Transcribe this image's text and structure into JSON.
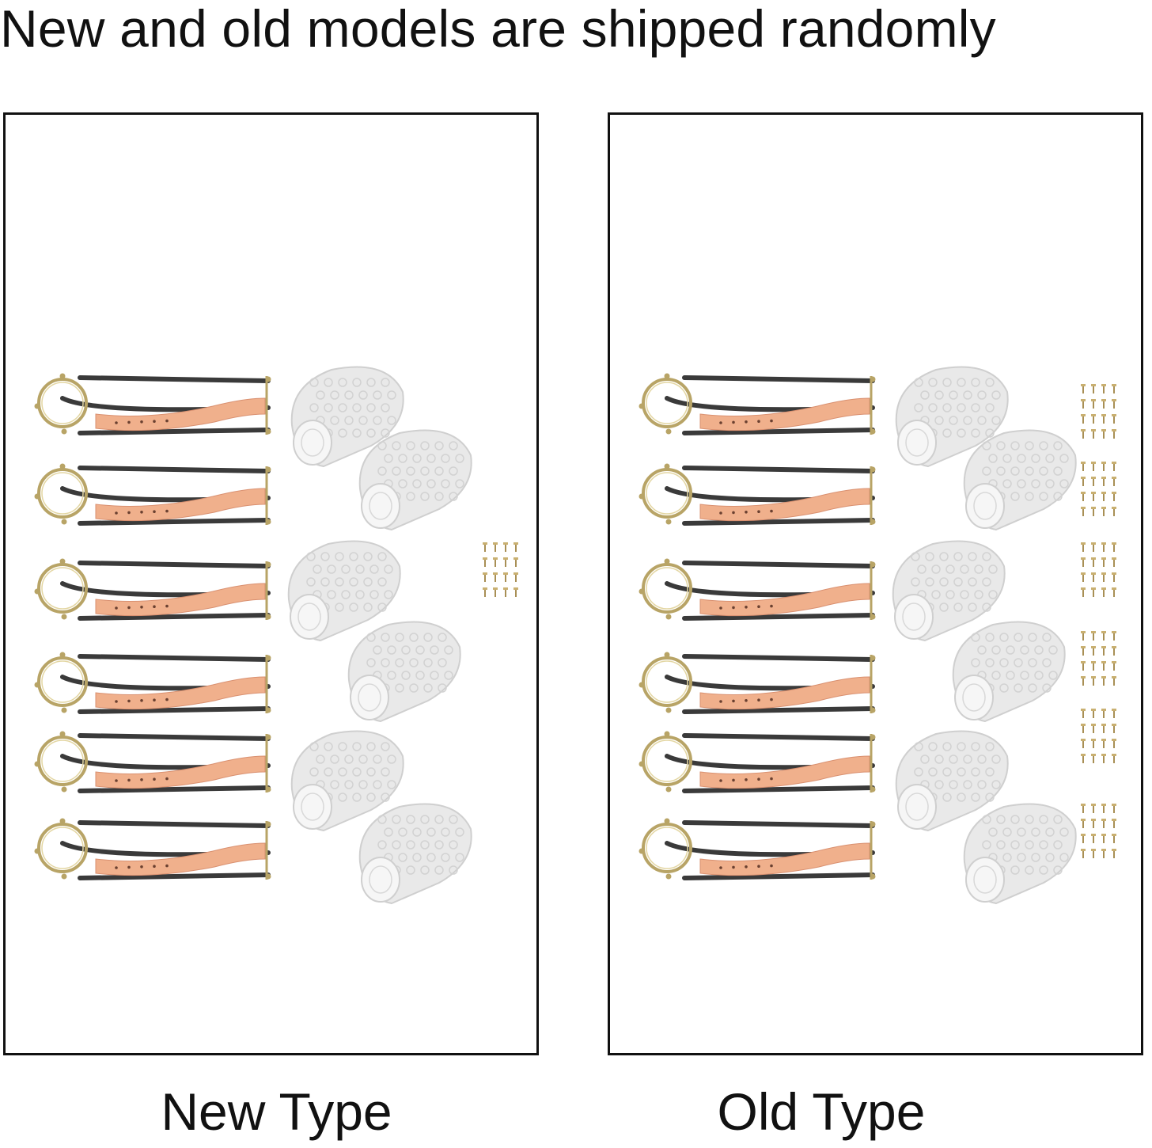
{
  "headline": "New and old models are shipped randomly",
  "panels": [
    {
      "key": "new",
      "label": "New Type",
      "holders": 6,
      "mesh_caps": 6,
      "screw_groups": 1
    },
    {
      "key": "old",
      "label": "Old Type",
      "holders": 6,
      "mesh_caps": 6,
      "screw_groups": 6
    }
  ],
  "colors": {
    "frame": "#111111",
    "rod": "#3a3a3a",
    "ring": "#b8a466",
    "strap": "#f0b08c",
    "mesh": "#e9e9e9",
    "screw": "#c9b071"
  }
}
